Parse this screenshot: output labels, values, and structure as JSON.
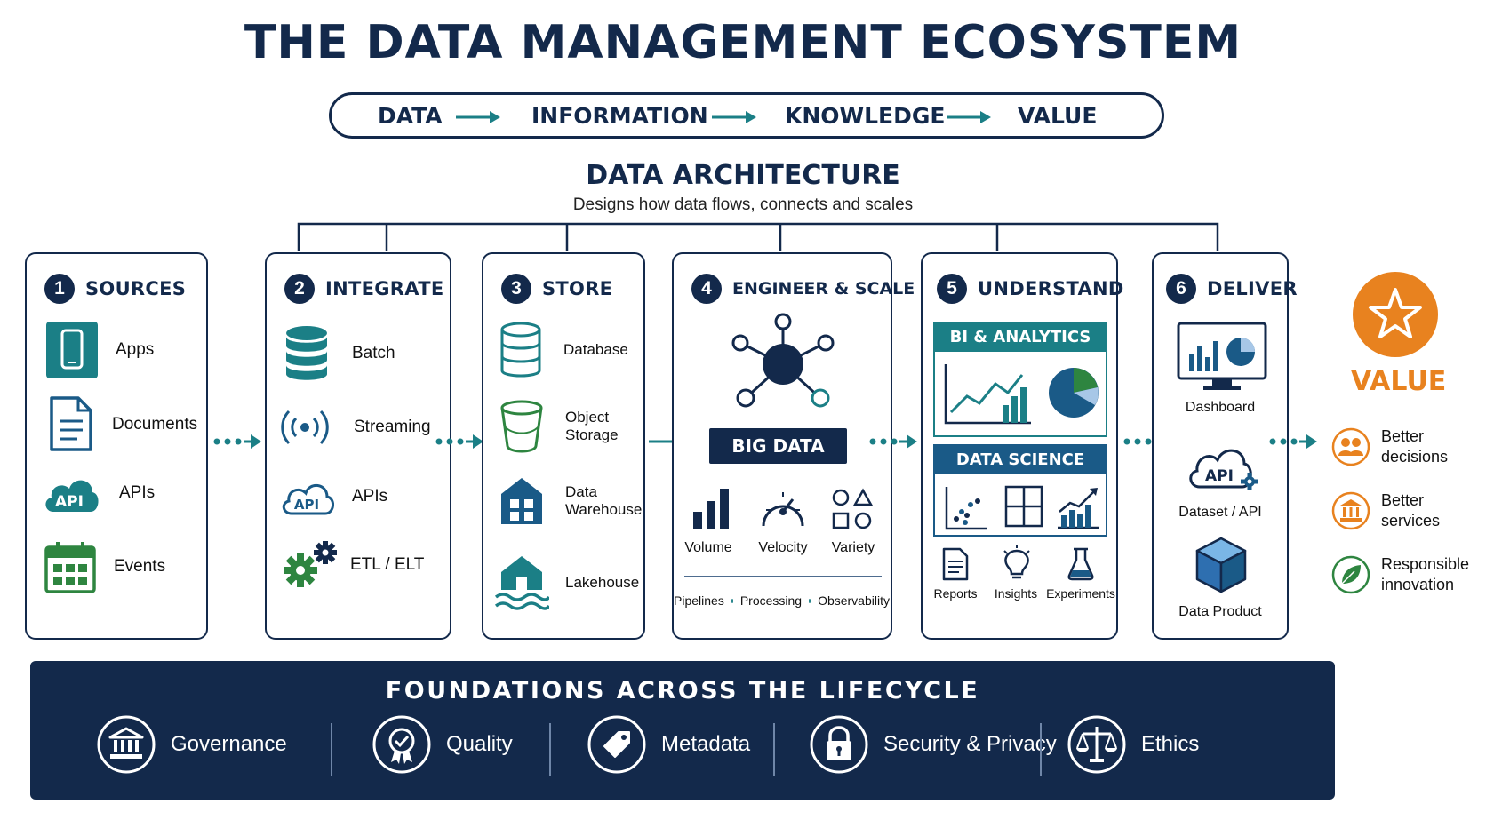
{
  "title": "THE DATA MANAGEMENT ECOSYSTEM",
  "flow": [
    "DATA",
    "INFORMATION",
    "KNOWLEDGE",
    "VALUE"
  ],
  "architecture": {
    "title": "DATA ARCHITECTURE",
    "subtitle": "Designs how data flows, connects and scales"
  },
  "stages": [
    {
      "num": "1",
      "title": "SOURCES",
      "items": [
        "Apps",
        "Documents",
        "APIs",
        "Events"
      ]
    },
    {
      "num": "2",
      "title": "INTEGRATE",
      "items": [
        "Batch",
        "Streaming",
        "APIs",
        "ETL / ELT"
      ]
    },
    {
      "num": "3",
      "title": "STORE",
      "items": [
        "Database",
        "Object\nStorage",
        "Data\nWarehouse",
        "Lakehouse"
      ]
    },
    {
      "num": "4",
      "title": "ENGINEER & SCALE",
      "big_data": "BIG DATA",
      "vs": [
        "Volume",
        "Velocity",
        "Variety"
      ],
      "footer": [
        "Pipelines",
        "Processing",
        "Observability"
      ]
    },
    {
      "num": "5",
      "title": "UNDERSTAND",
      "bi": "BI & ANALYTICS",
      "ds": "DATA SCIENCE",
      "outputs": [
        "Reports",
        "Insights",
        "Experiments"
      ]
    },
    {
      "num": "6",
      "title": "DELIVER",
      "items": [
        "Dashboard",
        "Dataset / API",
        "Data Product"
      ]
    }
  ],
  "icon_text": {
    "api": "API"
  },
  "value": {
    "title": "VALUE",
    "items": [
      "Better\ndecisions",
      "Better\nservices",
      "Responsible\ninnovation"
    ]
  },
  "foundations": {
    "title": "FOUNDATIONS ACROSS THE LIFECYCLE",
    "items": [
      "Governance",
      "Quality",
      "Metadata",
      "Security & Privacy",
      "Ethics"
    ]
  },
  "colors": {
    "navy": "#13294b",
    "teal": "#1b7f86",
    "green": "#2e8540",
    "orange": "#e8821f",
    "blue": "#1a5a87"
  }
}
